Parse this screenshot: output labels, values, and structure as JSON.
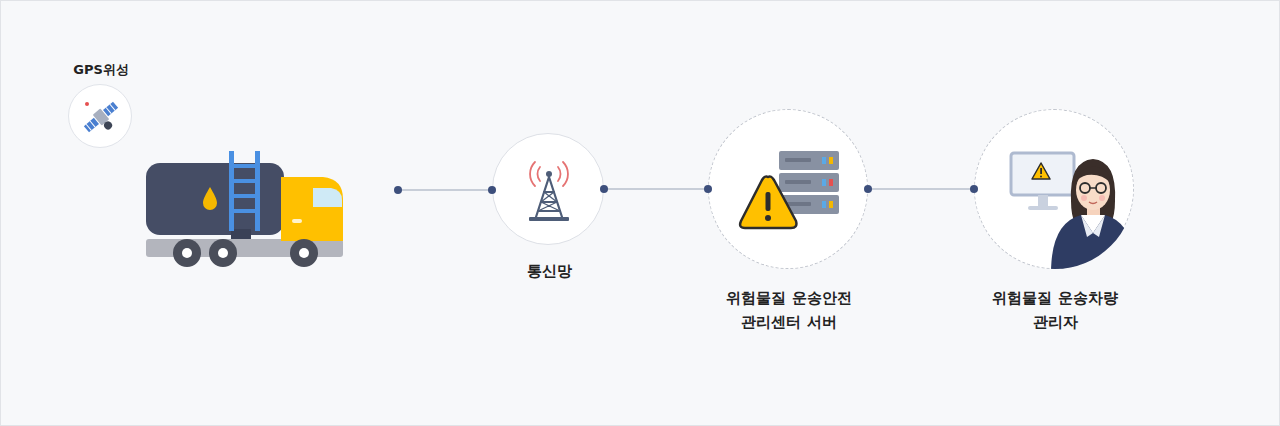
{
  "diagram": {
    "nodes": [
      {
        "text": [
          "GPS위성"
        ]
      },
      {
        "text": [
          "통신망"
        ]
      },
      {
        "text": [
          "위험물질 운송안전 관리센터 서버"
        ]
      },
      {
        "text": [
          "위험물질 운송차량 관리자"
        ]
      }
    ],
    "edges": [
      {
        "from": 1,
        "to": 2,
        "arrow": "none"
      },
      {
        "from": 2,
        "to": 3,
        "arrow": "none"
      }
    ]
  }
}
